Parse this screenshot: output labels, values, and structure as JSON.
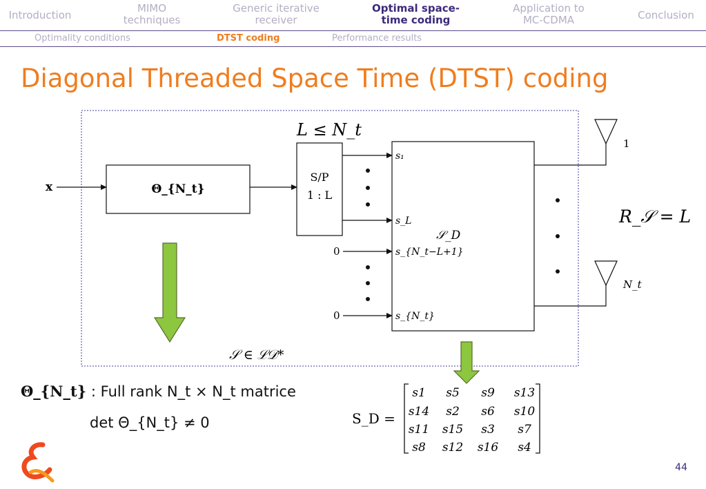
{
  "nav": {
    "tabs": [
      {
        "label": "Introduction"
      },
      {
        "label": "MIMO techniques"
      },
      {
        "label": "Generic iterative receiver"
      },
      {
        "label": "Optimal space-time coding"
      },
      {
        "label": "Application to MC-CDMA"
      },
      {
        "label": "Conclusion"
      }
    ],
    "active_tab": "Optimal space-time coding",
    "subtabs": [
      {
        "label": "Optimality conditions"
      },
      {
        "label": "DTST coding"
      },
      {
        "label": "Performance results"
      }
    ],
    "active_subtab": "DTST coding"
  },
  "slide": {
    "title": "Diagonal Threaded Space Time (DTST) coding",
    "page_number": "44"
  },
  "diagram": {
    "input_label": "x",
    "rotation_block": "Θ_{N_t}",
    "rank_condition": "L ≤ N_t",
    "sp_block_line1": "S/P",
    "sp_block_line2": "1 : L",
    "sp_outputs": [
      "s₁",
      "s_L"
    ],
    "zero_inputs": [
      "0",
      "0"
    ],
    "extra_inputs": [
      "s_{N_t−L+1}",
      "s_{N_t}"
    ],
    "sd_block": "𝒮_D",
    "antennas": [
      "1",
      "N_t"
    ],
    "rate": "R_𝒮 = L",
    "set_membership": "𝒮 ∈ ℒ𝒟*"
  },
  "notes": {
    "line1_sym": "Θ_{N_t}",
    "line1_text": ": Full rank N_t × N_t matrice",
    "line2": "det Θ_{N_t} ≠ 0"
  },
  "matrix": {
    "label": "S_D =",
    "rows": [
      [
        "s1",
        "s5",
        "s9",
        "s13"
      ],
      [
        "s14",
        "s2",
        "s6",
        "s10"
      ],
      [
        "s11",
        "s15",
        "s3",
        "s7"
      ],
      [
        "s8",
        "s12",
        "s16",
        "s4"
      ]
    ]
  },
  "colors": {
    "accent": "#ef7d1f",
    "nav_active": "#3c2a7a",
    "nav_inactive": "#b3aec3",
    "arrow_green": "#8dc63f"
  }
}
